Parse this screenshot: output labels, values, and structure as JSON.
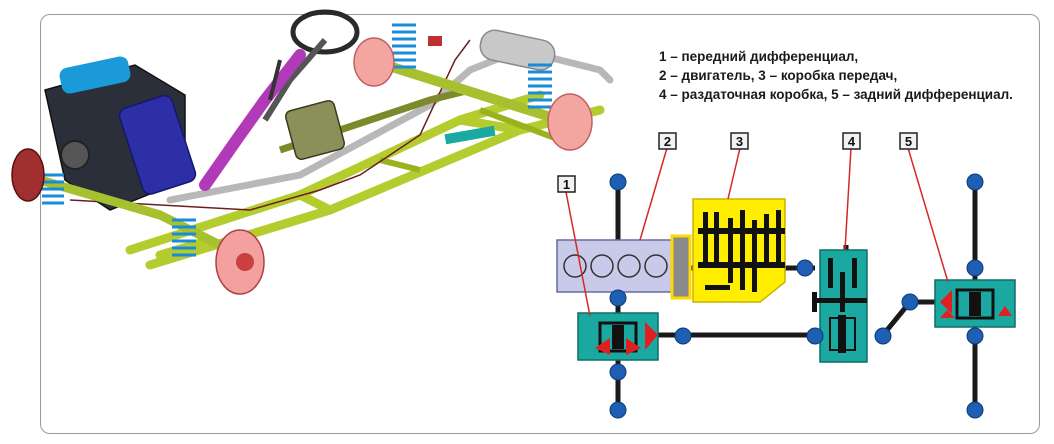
{
  "legend": {
    "line1": "1 – передний дифференциал,",
    "line2": "2 – двигатель, 3 – коробка передач,",
    "line3": "4 – раздаточная коробка, 5 – задний дифференциал."
  },
  "labels": {
    "front_diff": "1",
    "engine": "2",
    "gearbox": "3",
    "transfer_case": "4",
    "rear_diff": "5"
  },
  "colors": {
    "differential": "#1aa8a0",
    "gearbox": "#ffee00",
    "engine": "#c9c9e9",
    "shaft": "#1a1a1a",
    "joint": "#1f5fb3",
    "leader": "#d62828",
    "gear": "#e02020"
  }
}
